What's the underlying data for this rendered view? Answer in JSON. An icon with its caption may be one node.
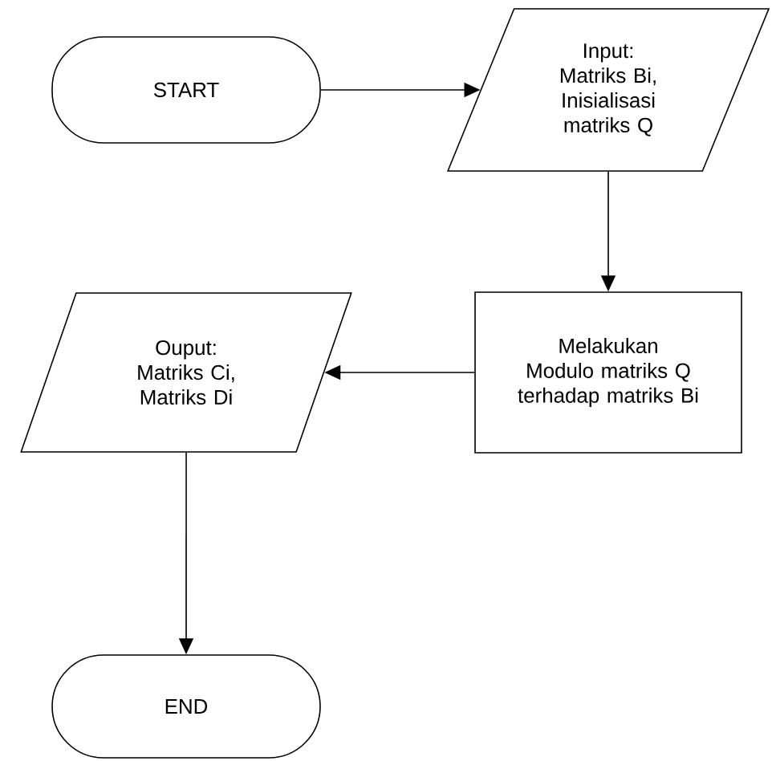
{
  "diagram": {
    "nodes": [
      {
        "text": [
          "START"
        ]
      },
      {
        "text": [
          "Input: Matriks Bi, Inisialisasi matriks Q"
        ]
      },
      {
        "text": [
          "Melakukan Modulo matriks Q terhadap matriks Bi"
        ]
      },
      {
        "text": [
          "Ouput: Matriks Ci, Matriks Di"
        ]
      },
      {
        "text": [
          "END"
        ]
      }
    ],
    "edges": [
      {
        "from": 0,
        "to": 1,
        "arrow": "to"
      },
      {
        "from": 1,
        "to": 2,
        "arrow": "to"
      },
      {
        "from": 2,
        "to": 3,
        "arrow": "to"
      },
      {
        "from": 3,
        "to": 4,
        "arrow": "to"
      }
    ]
  }
}
